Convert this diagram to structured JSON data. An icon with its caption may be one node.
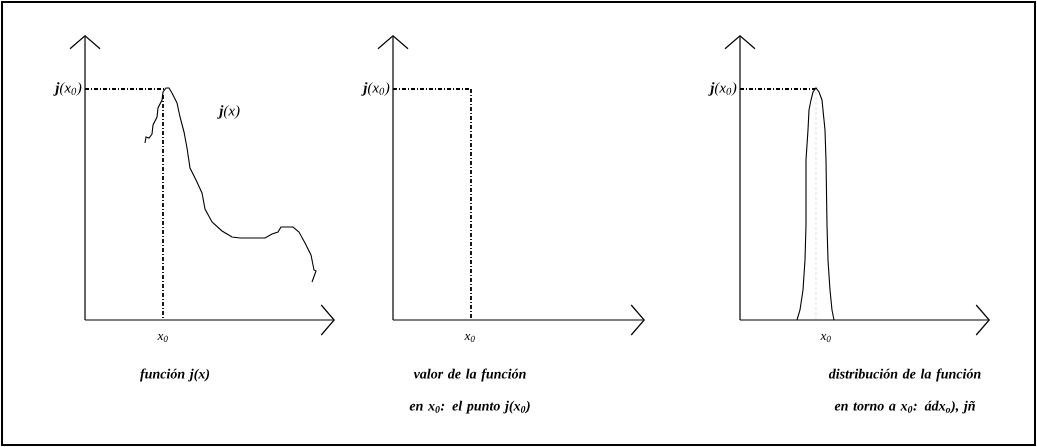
{
  "diagram": {
    "labels": [
      "**j**(x$_{0}$)",
      "**j**(x)",
      "x$_{0}$",
      "**j**(x$_{0}$)",
      "x$_{0}$",
      "**j**(x$_{0}$)",
      "x$_{0}$",
      "función **j**(x)",
      "valor de la función en x$_{0}$: el punto **j**(x$_{0}$)",
      "distribución de la función en torno a x$_{0}$: **ád**x$_{o}$), **jñ**"
    ]
  }
}
